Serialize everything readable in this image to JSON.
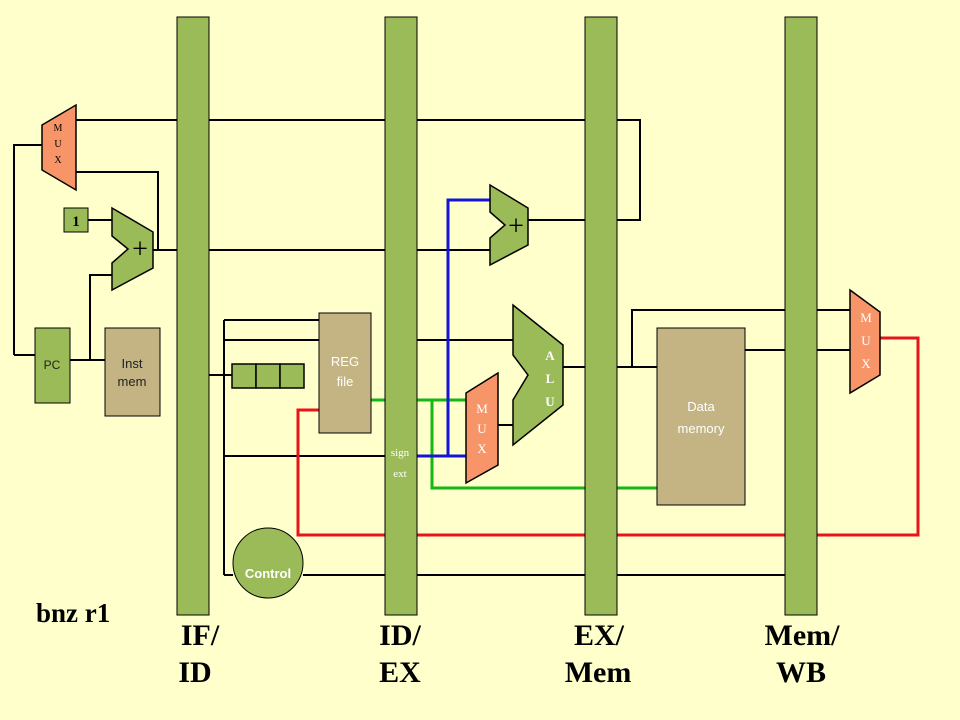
{
  "diagram": {
    "instruction": "bnz r1",
    "pipeline_registers": [
      {
        "line1": "IF/",
        "line2": "ID"
      },
      {
        "line1": "ID/",
        "line2": "EX"
      },
      {
        "line1": "EX/",
        "line2": "Mem"
      },
      {
        "line1": "Mem/",
        "line2": "WB"
      }
    ],
    "components": {
      "pc": "PC",
      "inst_mem": {
        "line1": "Inst",
        "line2": "mem"
      },
      "reg_file": {
        "line1": "REG",
        "line2": "file"
      },
      "data_memory": {
        "line1": "Data",
        "line2": "memory"
      },
      "control": "Control",
      "sign_ext": {
        "line1": "sign",
        "line2": "ext"
      },
      "constant_one": "1",
      "plus_sign": "+",
      "mux_letters": [
        "M",
        "U",
        "X"
      ],
      "alu_letters": [
        "A",
        "L",
        "U"
      ]
    },
    "colors": {
      "background": "#ffffcc",
      "pipeline_register": "#9bbb59",
      "mux": "#f79569",
      "block": "#c4b483",
      "red_wire": "#e8141c",
      "green_wire": "#14b814",
      "blue_wire": "#1414d8"
    }
  }
}
